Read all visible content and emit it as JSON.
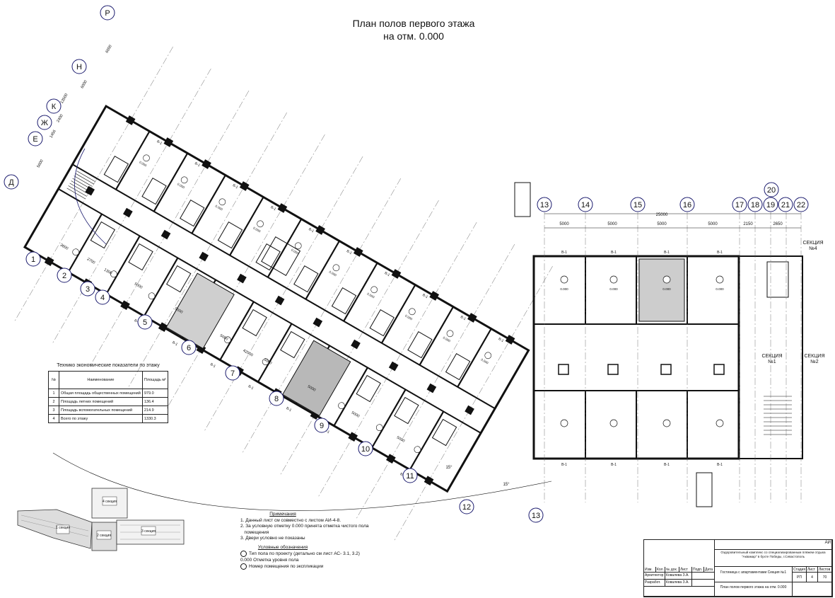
{
  "title": {
    "line1": "План полов первого этажа",
    "line2": "на отм. 0.000"
  },
  "axes_letters": [
    "Р",
    "Н",
    "К",
    "Ж",
    "Е",
    "Д"
  ],
  "axes_numbers": [
    "1",
    "2",
    "3",
    "4",
    "5",
    "6",
    "7",
    "8",
    "9",
    "10",
    "11",
    "12",
    "13",
    "14",
    "15",
    "16",
    "17",
    "18",
    "19",
    "20",
    "21",
    "22"
  ],
  "axis13_bottom": "13",
  "axis12_bottom": "12",
  "dims": {
    "top": [
      "5000",
      "5000",
      "5000",
      "5000",
      "2150",
      "2650"
    ],
    "top_total": "25000",
    "left_vert": [
      "6000",
      "6000",
      "13500",
      "2400",
      "1456",
      "5600"
    ],
    "left_diag": [
      "3600",
      "2700",
      "1300",
      "5000",
      "5000",
      "5000",
      "5000",
      "5000",
      "5000",
      "5000"
    ],
    "left_diag_total": "42500"
  },
  "angles": [
    "15°",
    "15°"
  ],
  "sections": {
    "s1": "СЕКЦИЯ\n№1",
    "s2": "СЕКЦИЯ\n№2",
    "s4": "СЕКЦИЯ\n№4"
  },
  "tep": {
    "caption": "Технико экономические показатели по этажу",
    "head": [
      "№",
      "Наименование",
      "Площадь м²"
    ],
    "rows": [
      [
        "1",
        "Общая площадь общественных помещений",
        "979.0"
      ],
      [
        "2",
        "Площадь летних помещений",
        "136.4"
      ],
      [
        "3",
        "Площадь вспомогательных помещений",
        "214.9"
      ],
      [
        "4",
        "Всего по этажу",
        "1330.3"
      ]
    ]
  },
  "notes": {
    "heading": "Примечания",
    "items": [
      "1. Данный лист см совместно с листом АИ-4-8.",
      "2. За условную отметку 0.000 принята отметка чистого пола",
      "   помещения",
      "3. Двери условно не показаны"
    ],
    "legend_heading": "Условные обозначения",
    "legend": [
      "Тип пола по проекту (детально см лист АС- 3.1, 3.2)",
      "0.000 Отметка уровня пола",
      "Номер помещения по экспликации"
    ]
  },
  "stamp": {
    "code": "АИ",
    "project": "Оздоровительный комплекс со специализированным пляжем отдыха \"Аквамар\" в бухте Победы, г.Севастополь",
    "section": "Гостиница с апартаментами Секция №1",
    "sheet_title": "План полов первого этажа на отм. 0.000",
    "cols": [
      "Изм.",
      "Кол.",
      "№ док.",
      "Лист",
      "Подп.",
      "Дата"
    ],
    "architect_role": "Архитектор",
    "architect_name": "Ковалева З.А.",
    "developer_role": "Разработ.",
    "developer_name": "Ковалева З.А.",
    "stage_h": "Стадия",
    "sheet_h": "Лист",
    "sheets_h": "Листов",
    "stage": "РП",
    "sheet": "4",
    "sheets": "70"
  },
  "keyplan": {
    "labels": [
      "1\nсекция",
      "2\nсекция",
      "3\nсекция",
      "4\nсекция"
    ]
  },
  "door_tag": "В-1",
  "floor_mark": "0.000"
}
